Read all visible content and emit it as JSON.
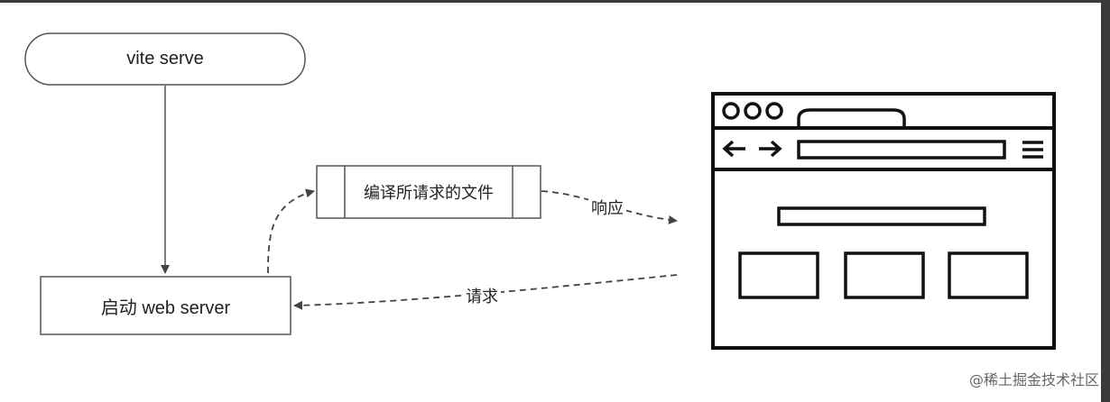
{
  "diagram": {
    "nodes": {
      "vite_serve": "vite serve",
      "start_server": "启动 web server",
      "compile": "编译所请求的文件"
    },
    "edges": {
      "response": "响应",
      "request": "请求"
    }
  },
  "watermark": "@稀土掘金技术社区"
}
